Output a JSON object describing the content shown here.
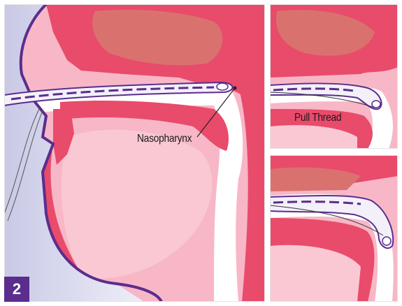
{
  "figure": {
    "step_number": "2",
    "labels": {
      "nasopharynx": "Nasopharynx",
      "pull_thread": "Pull Thread"
    }
  },
  "colors": {
    "tissue_red": "#e94b6b",
    "tissue_pink": "#f4a3b6",
    "soft_pink": "#f9c8d3",
    "bone_tan": "#d96b6e",
    "skin_lavender": "#dcdcee",
    "outline_purple": "#5b2d8e",
    "catheter_fill": "#f3f0fa",
    "catheter_dash": "#5b2d8e",
    "badge": "#5b2d8e"
  },
  "icons": [
    "catheter-tube-icon",
    "pull-thread-icon"
  ]
}
